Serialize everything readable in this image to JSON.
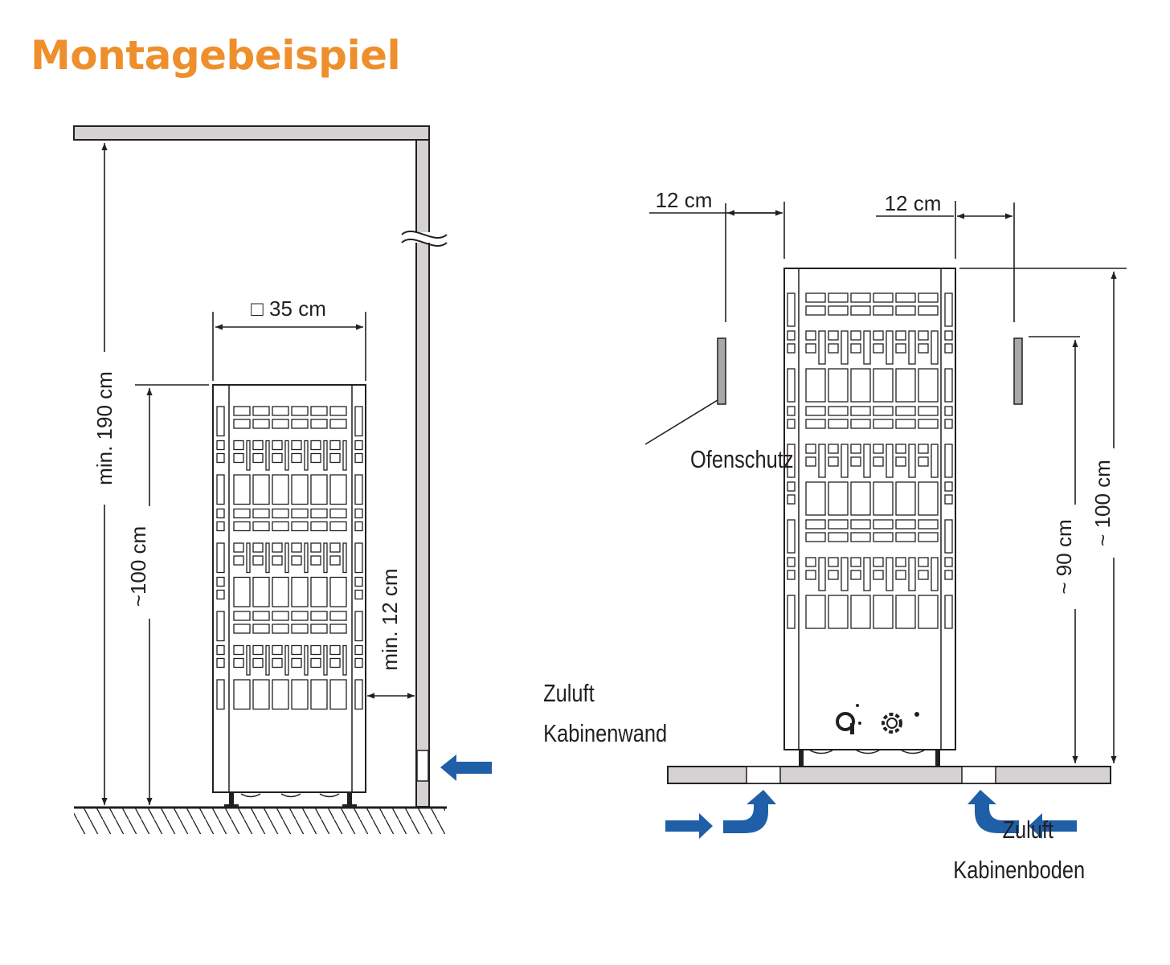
{
  "title": "Montagebeispiel",
  "colors": {
    "title": "#ee8f2c",
    "arrow": "#1f5fa8",
    "wall": "#d4d2d2",
    "ink": "#231f20"
  },
  "left_view": {
    "width_label": "□ 35 cm",
    "height_min_label": "min. 190 cm",
    "height_heater_label": "~100 cm",
    "wall_gap_label": "min. 12 cm",
    "air_line1": "Zuluft",
    "air_line2": "Kabinenwand"
  },
  "right_view": {
    "left_gap_label": "12 cm",
    "right_gap_label": "12 cm",
    "guard_label": "Ofenschutz",
    "guard_height_label": "~ 90 cm",
    "heater_height_label": "~ 100 cm",
    "air_line1": "Zuluft",
    "air_line2": "Kabinenboden"
  }
}
